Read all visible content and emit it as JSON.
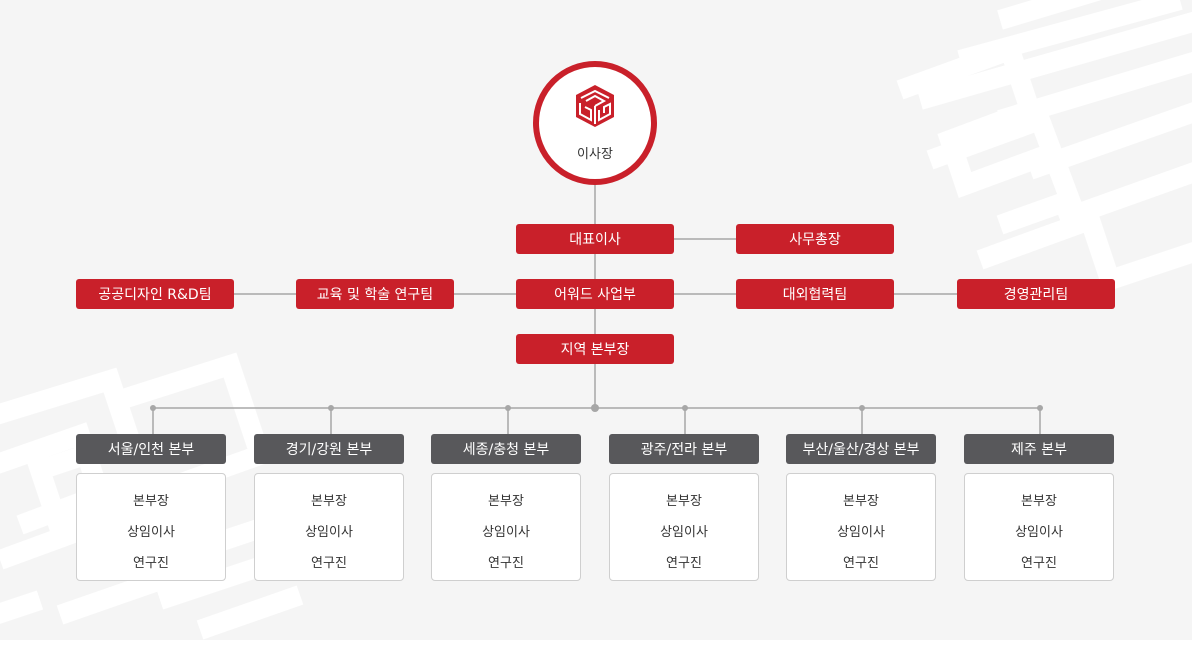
{
  "ceo": {
    "label": "이사장"
  },
  "top_units": {
    "representative_director": "대표이사",
    "secretary_general": "사무총장",
    "award_division": "어워드 사업부",
    "public_design_rnd_team": "공공디자인 R&D팀",
    "education_research_team": "교육 및 학술 연구팀",
    "external_cooperation_team": "대외협력팀",
    "management_team": "경영관리팀",
    "regional_head": "지역 본부장"
  },
  "regional_branches": [
    {
      "name": "서울/인천 본부",
      "members": [
        "본부장",
        "상임이사",
        "연구진"
      ]
    },
    {
      "name": "경기/강원 본부",
      "members": [
        "본부장",
        "상임이사",
        "연구진"
      ]
    },
    {
      "name": "세종/충청 본부",
      "members": [
        "본부장",
        "상임이사",
        "연구진"
      ]
    },
    {
      "name": "광주/전라 본부",
      "members": [
        "본부장",
        "상임이사",
        "연구진"
      ]
    },
    {
      "name": "부산/울산/경상 본부",
      "members": [
        "본부장",
        "상임이사",
        "연구진"
      ]
    },
    {
      "name": "제주 본부",
      "members": [
        "본부장",
        "상임이사",
        "연구진"
      ]
    }
  ],
  "colors": {
    "brand_red": "#c9202a",
    "branch_gray": "#58585b",
    "line_gray": "#a7a7a7",
    "background": "#f5f5f5"
  }
}
